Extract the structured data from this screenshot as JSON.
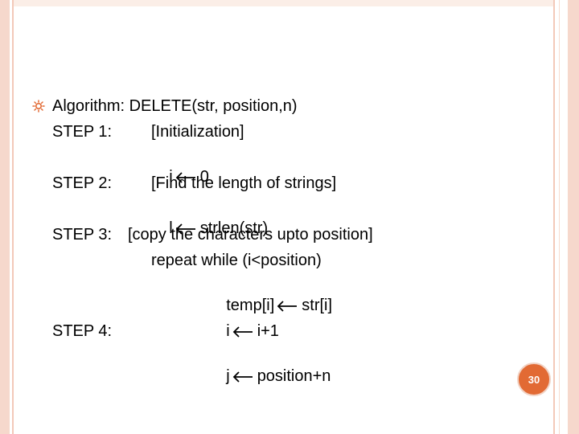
{
  "slide": {
    "algorithm_title": "Algorithm: DELETE(str, position,n)",
    "step1_label": "STEP 1:",
    "step1_desc": "[Initialization]",
    "step1_assign_var": "i",
    "step1_assign_val": "0",
    "step2_label": "STEP 2:",
    "step2_desc": "[Find the length of strings]",
    "step2_assign_var": "l",
    "step2_assign_val": "strlen(str)",
    "step3_label": "STEP 3:",
    "step3_desc": "[copy the characters upto position]",
    "step3_repeat": "repeat while (i<position)",
    "step3_assign1_var": "temp[i]",
    "step3_assign1_val": "str[i]",
    "step3_assign2_var": "i",
    "step3_assign2_val": "i+1",
    "step4_label": "STEP 4:",
    "step4_assign_var": "j",
    "step4_assign_val": "position+n",
    "page_number": "30"
  },
  "colors": {
    "accent": "#e26a34",
    "frame": "#f6d8cc",
    "text": "#000000"
  },
  "icons": {
    "bullet": "sun-bullet-icon",
    "arrow": "left-arrow-icon"
  }
}
